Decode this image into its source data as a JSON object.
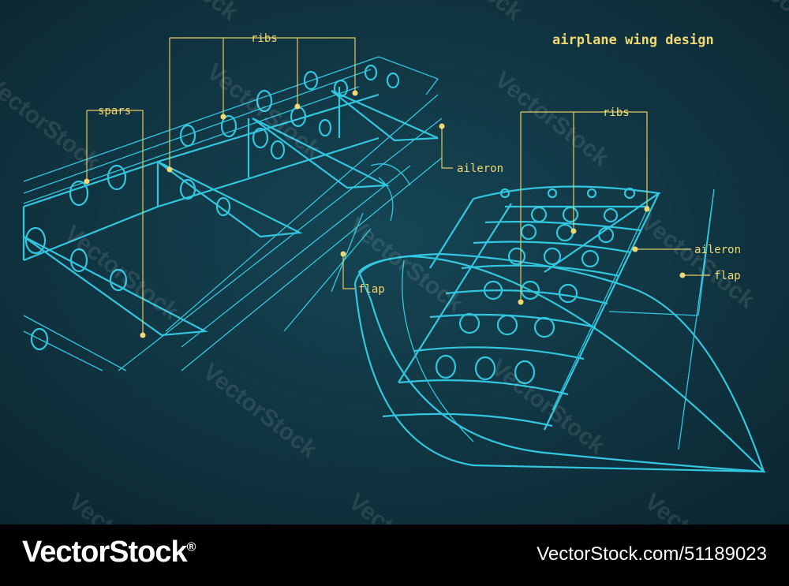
{
  "title": "airplane wing design",
  "labels": {
    "left_ribs": "ribs",
    "left_spars": "spars",
    "left_aileron": "aileron",
    "left_flap": "flap",
    "right_ribs": "ribs",
    "right_flap": "flap",
    "right_aileron": "aileron"
  },
  "watermark": "VectorStock",
  "footer": {
    "brand": "VectorStock",
    "brand_mark": "®",
    "image_id": "VectorStock.com/51189023"
  },
  "colors": {
    "background": "#0f3340",
    "line": "#33c6de",
    "label": "#f2d873",
    "footer": "#000000"
  }
}
